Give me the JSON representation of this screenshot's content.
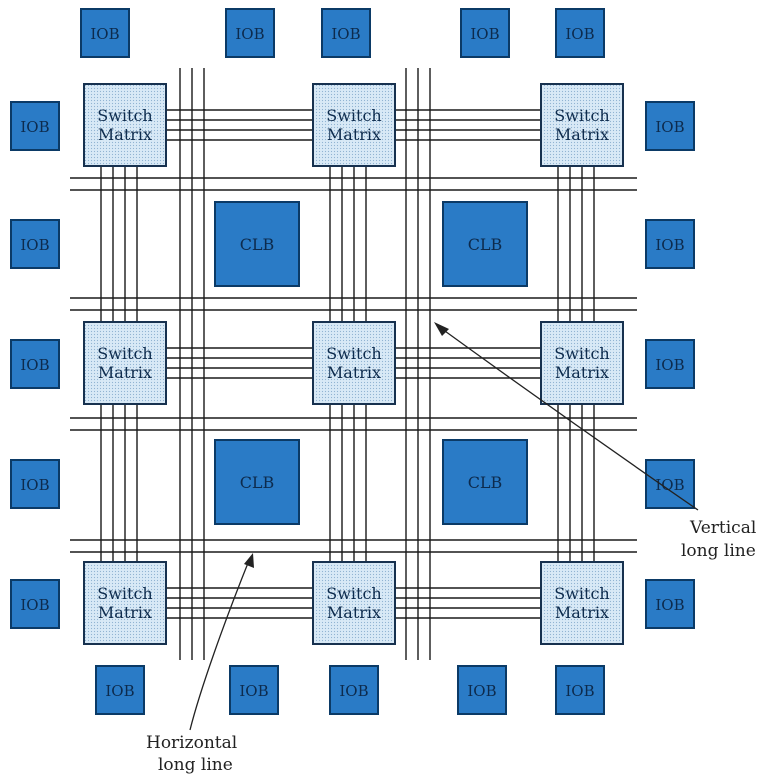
{
  "labels": {
    "iob": "IOB",
    "clb": "CLB",
    "switch_line1": "Switch",
    "switch_line2": "Matrix",
    "vertical_callout": [
      "Vertical",
      "long line"
    ],
    "horizontal_callout": [
      "Horizontal",
      "long line"
    ]
  },
  "colors": {
    "block_fill": "#2a7bc6",
    "block_border": "#0b3a66",
    "block_text": "#0d2b4d",
    "switch_fill": "#cfe3f4",
    "switch_border": "#17314f",
    "wire": "#1a1a1a"
  },
  "counts": {
    "iob_blocks": 20,
    "clb_blocks": 4,
    "switch_matrices": 9
  }
}
